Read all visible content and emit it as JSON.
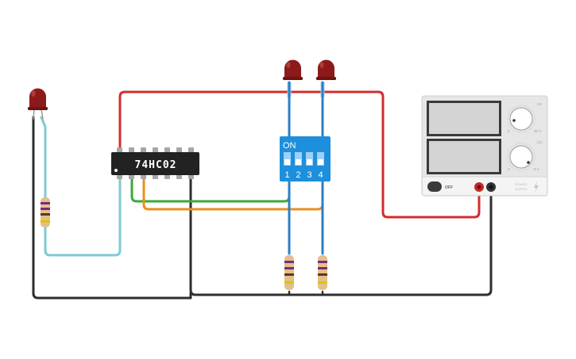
{
  "chip": {
    "label": "74HC02"
  },
  "dip_switch": {
    "on_label": "ON",
    "positions": [
      "1",
      "2",
      "3",
      "4"
    ]
  },
  "power_supply": {
    "off_label": "OFF",
    "voltage_knob": {
      "min_label": "0",
      "max_label": "30 V",
      "corner_label": "VC"
    },
    "current_knob": {
      "min_label": "0",
      "max_label": "5 A",
      "corner_label": "CC"
    },
    "brand_line1": "POWER",
    "brand_line2": "SUPPLY"
  },
  "colors": {
    "wire_red": "#d42c2c",
    "wire_black": "#2e2e2e",
    "wire_cyan": "#7ecad4",
    "wire_green": "#3aaa3a",
    "wire_orange": "#e8901c",
    "wire_blue": "#2b7fc7",
    "led_red": "#8c1a1a",
    "chip_body": "#222222",
    "dip_body": "#1e8fdc",
    "psu_body": "#e6e6e6"
  }
}
